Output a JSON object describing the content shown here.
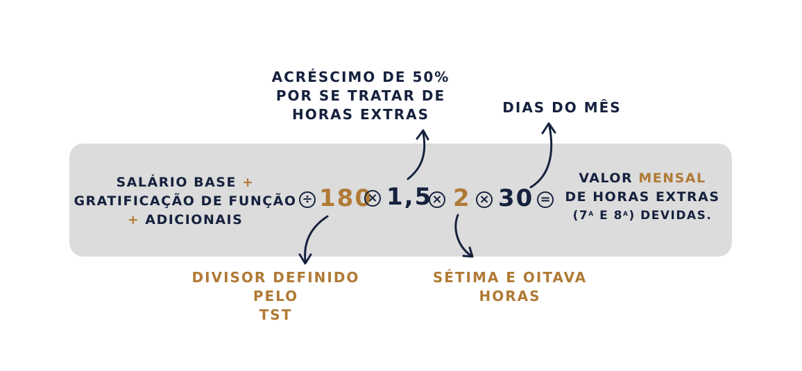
{
  "labels": {
    "acrescimo": [
      "ACRÉSCIMO DE 50%",
      "POR SE TRATAR DE",
      "HORAS EXTRAS"
    ],
    "dias": "DIAS DO MÊS",
    "divisor": [
      "DIVISOR DEFINIDO PELO",
      "TST"
    ],
    "setima": [
      "SÉTIMA E OITAVA",
      "HORAS"
    ]
  },
  "formula": {
    "left_line1": "SALÁRIO BASE",
    "left_line2": "GRATIFICAÇÃO DE FUNÇÃO",
    "left_line3": "ADICIONAIS",
    "plus": "+",
    "divide_symbol": "÷",
    "times_symbol": "×",
    "equals_symbol": "=",
    "n180": "180",
    "n15": "1,5",
    "n2": "2",
    "n30": "30",
    "result_line1_a": "VALOR",
    "result_line1_b": "MENSAL",
    "result_line2": "DE HORAS EXTRAS",
    "result_line3_open": "(7",
    "result_sup1": "a",
    "result_line3_mid": " E 8",
    "result_sup2": "a",
    "result_line3_close": ") DEVIDAS."
  },
  "colors": {
    "navy": "#15213d",
    "gold": "#b07a35",
    "box": "#dcdcdc"
  }
}
